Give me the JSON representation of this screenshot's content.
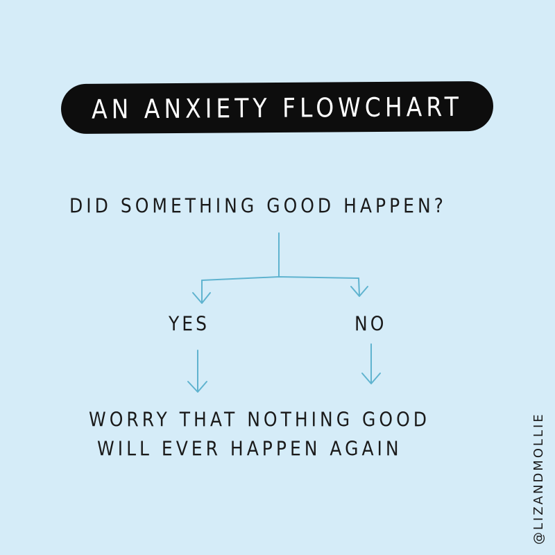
{
  "colors": {
    "background": "#d5ecf8",
    "ink": "#1a1a1a",
    "title_bar": "#0d0d0d",
    "title_text": "#ffffff",
    "arrow": "#5fb3cf"
  },
  "title": "AN ANXIETY FLOWCHART",
  "question": "DID SOMETHING GOOD HAPPEN?",
  "branches": {
    "yes": "YES",
    "no": "NO"
  },
  "result": {
    "line1": "WORRY THAT NOTHING GOOD",
    "line2": "WILL EVER HAPPEN AGAIN"
  },
  "credit": "@LIZANDMOLLIE"
}
